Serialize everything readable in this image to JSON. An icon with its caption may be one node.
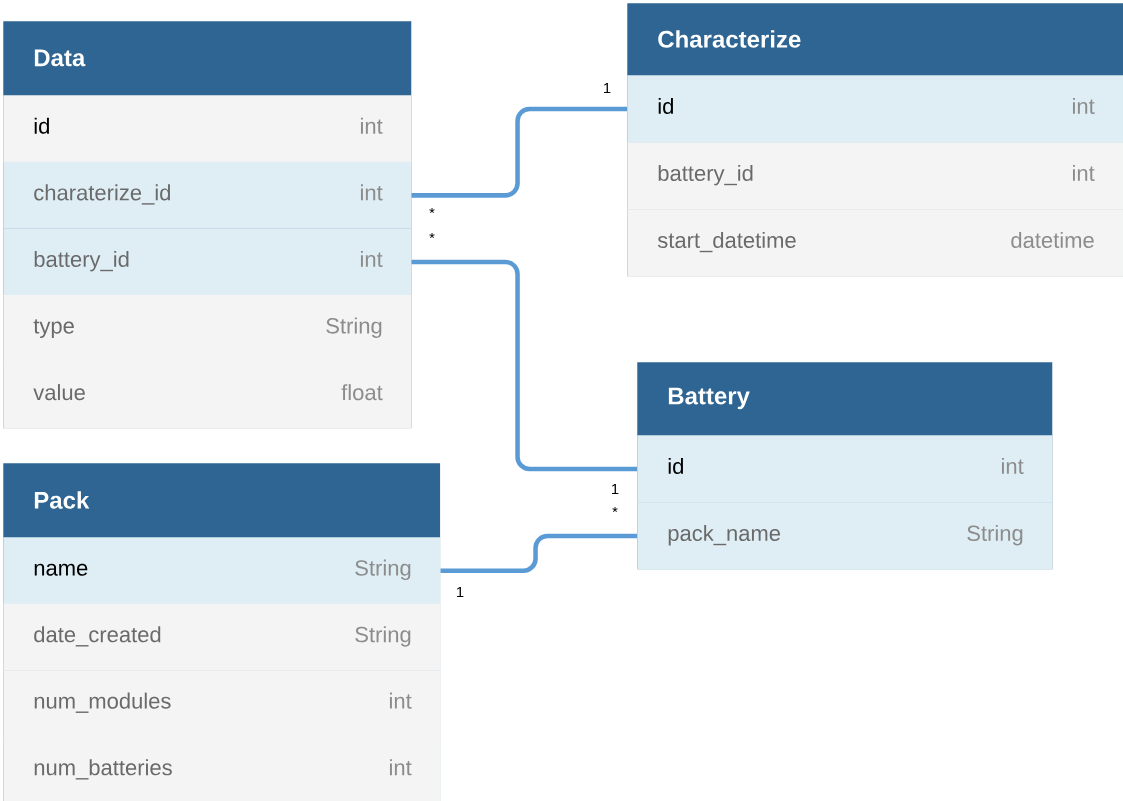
{
  "diagram": {
    "nodes": [
      {
        "text": [
          "Data"
        ]
      },
      {
        "text": [
          "id",
          "int"
        ],
        "in": 0
      },
      {
        "text": [
          "charaterize_id",
          "int"
        ],
        "in": 0
      },
      {
        "text": [
          "battery_id",
          "int"
        ],
        "in": 0
      },
      {
        "text": [
          "type",
          "String"
        ],
        "in": 0
      },
      {
        "text": [
          "value",
          "float"
        ],
        "in": 0
      },
      {
        "text": [
          "Characterize"
        ]
      },
      {
        "text": [
          "id",
          "int"
        ],
        "in": 6
      },
      {
        "text": [
          "battery_id",
          "int"
        ],
        "in": 6
      },
      {
        "text": [
          "start_datetime",
          "datetime"
        ],
        "in": 6
      },
      {
        "text": [
          "Battery"
        ]
      },
      {
        "text": [
          "id",
          "int"
        ],
        "in": 10
      },
      {
        "text": [
          "pack_name",
          "String"
        ],
        "in": 10
      },
      {
        "text": [
          "Pack"
        ]
      },
      {
        "text": [
          "name",
          "String"
        ],
        "in": 13
      },
      {
        "text": [
          "date_created",
          "String"
        ],
        "in": 13
      },
      {
        "text": [
          "num_modules",
          "int"
        ],
        "in": 13
      },
      {
        "text": [
          "num_batteries",
          "int"
        ],
        "in": 13
      }
    ],
    "edges": [
      {
        "from": 2,
        "to": 7,
        "arrow": "none"
      },
      {
        "from": 3,
        "to": 11,
        "arrow": "none"
      },
      {
        "from": 14,
        "to": 12,
        "arrow": "none"
      }
    ],
    "labels": [
      "1",
      "*",
      "*",
      "1",
      "*",
      "1"
    ]
  }
}
